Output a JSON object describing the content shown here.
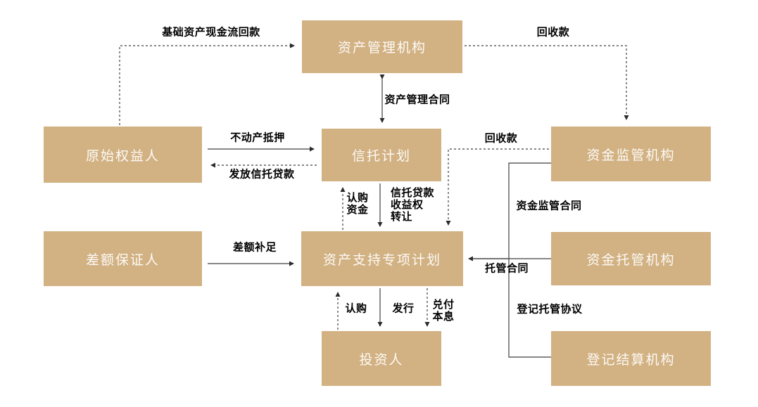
{
  "colors": {
    "box_bg": "#d2b183",
    "box_text": "#fcfaf5",
    "line": "#3f3f3f",
    "label_text": "#000000",
    "background": "#ffffff"
  },
  "boxes": {
    "asset_mgmt": "资产管理机构",
    "original_equity": "原始权益人",
    "trust_plan": "信托计划",
    "fund_supervision": "资金监管机构",
    "guarantor": "差额保证人",
    "spv": "资产支持专项计划",
    "fund_custody": "资金托管机构",
    "investor": "投资人",
    "registration": "登记结算机构"
  },
  "edge_labels": {
    "cashflow_return": "基础资产现金流回款",
    "return_top": "回收款",
    "mgmt_contract": "资产管理合同",
    "collateral": "不动产抵押",
    "trust_loan": "发放信托贷款",
    "subscribe_funds": "认购\n资金",
    "beneficiary_transfer": "信托贷款\n收益权\n转让",
    "return_mid": "回收款",
    "deficiency": "差额补足",
    "subscribe": "认购",
    "issue": "发行",
    "repay": "兑付\n本息",
    "supervision_contract": "资金监管合同",
    "custody_contract": "托管合同",
    "registration_agreement": "登记托管协议"
  }
}
